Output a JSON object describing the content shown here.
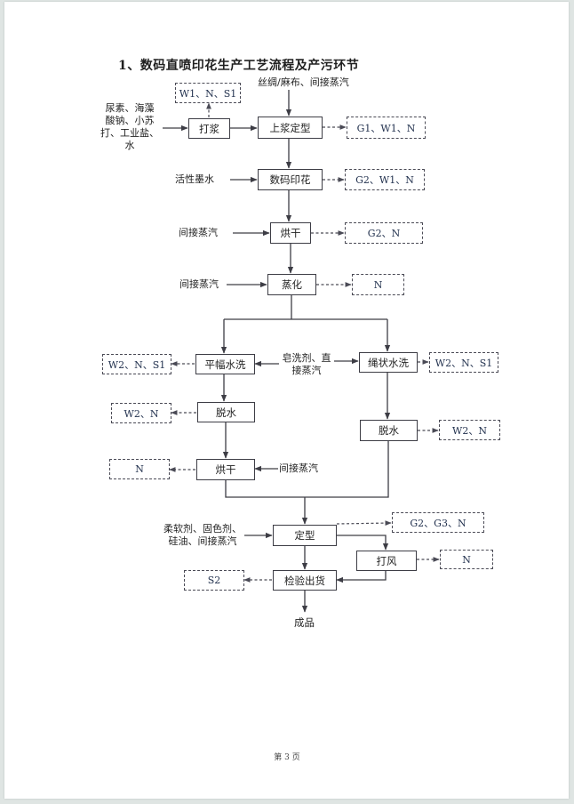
{
  "document": {
    "title": "1、数码直喷印花生产工艺流程及产污环节",
    "footer": "第 3 页"
  },
  "process_steps": {
    "dajiang": "打浆",
    "shangjiang_dingxing": "上浆定型",
    "shuma_yinhua": "数码印花",
    "honggan_1": "烘干",
    "zhenghua": "蒸化",
    "pingfu_shuixi": "平幅水洗",
    "shengzhuang_shuixi": "绳状水洗",
    "tuoshui_left": "脱水",
    "tuoshui_right": "脱水",
    "honggan_2": "烘干",
    "dingxing": "定型",
    "dafeng": "打风",
    "jianyan_chuhuo": "检验出货",
    "product": "成品"
  },
  "inputs": {
    "dajiang_materials": [
      "尿素、海藻",
      "酸钠、小苏",
      "打、工业盐、",
      "水"
    ],
    "fabric_steam": "丝绸/麻布、间接蒸汽",
    "ink": "活性墨水",
    "steam_honggan_1": "间接蒸汽",
    "steam_zhenghua": "间接蒸汽",
    "wash_agents": [
      "皂洗剂、直",
      "接蒸汽"
    ],
    "steam_honggan_2": "间接蒸汽",
    "dingxing_materials": [
      "柔软剂、固色剂、",
      "硅油、间接蒸汽"
    ]
  },
  "pollutants": {
    "dajiang": "W1、N、S1",
    "shangjiang_dingxing": "G1、W1、N",
    "shuma_yinhua": "G2、W1、N",
    "honggan_1": "G2、N",
    "zhenghua": "N",
    "pingfu_shuixi": "W2、N、S1",
    "shengzhuang_shuixi": "W2、N、S1",
    "tuoshui_left": "W2、N",
    "tuoshui_right": "W2、N",
    "honggan_2": "N",
    "dingxing": "G2、G3、N",
    "dafeng": "N",
    "jianyan_chuhuo": "S2"
  }
}
